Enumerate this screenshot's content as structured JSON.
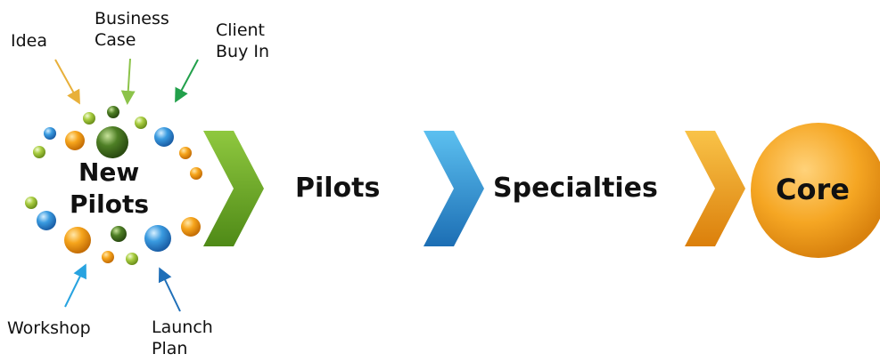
{
  "labels": {
    "idea": "Idea",
    "business_case_line1": "Business",
    "business_case_line2": "Case",
    "client_buy_in_line1": "Client",
    "client_buy_in_line2": "Buy In",
    "workshop": "Workshop",
    "launch_plan_line1": "Launch",
    "launch_plan_line2": "Plan"
  },
  "stages": {
    "new_pilots_line1": "New",
    "new_pilots_line2": "Pilots",
    "pilots": "Pilots",
    "specialties": "Specialties",
    "core": "Core"
  },
  "colors": {
    "green": "#6aa121",
    "blue": "#2f8fd8",
    "orange": "#f29a12",
    "dark_green": "#3e6b1c",
    "yellow_green": "#a7c83a",
    "arrow_orange": "#e8b03a",
    "arrow_light_green": "#8cc34a",
    "arrow_green": "#22a04b",
    "arrow_light_blue": "#27a3e0",
    "arrow_blue": "#1f6fb8"
  }
}
